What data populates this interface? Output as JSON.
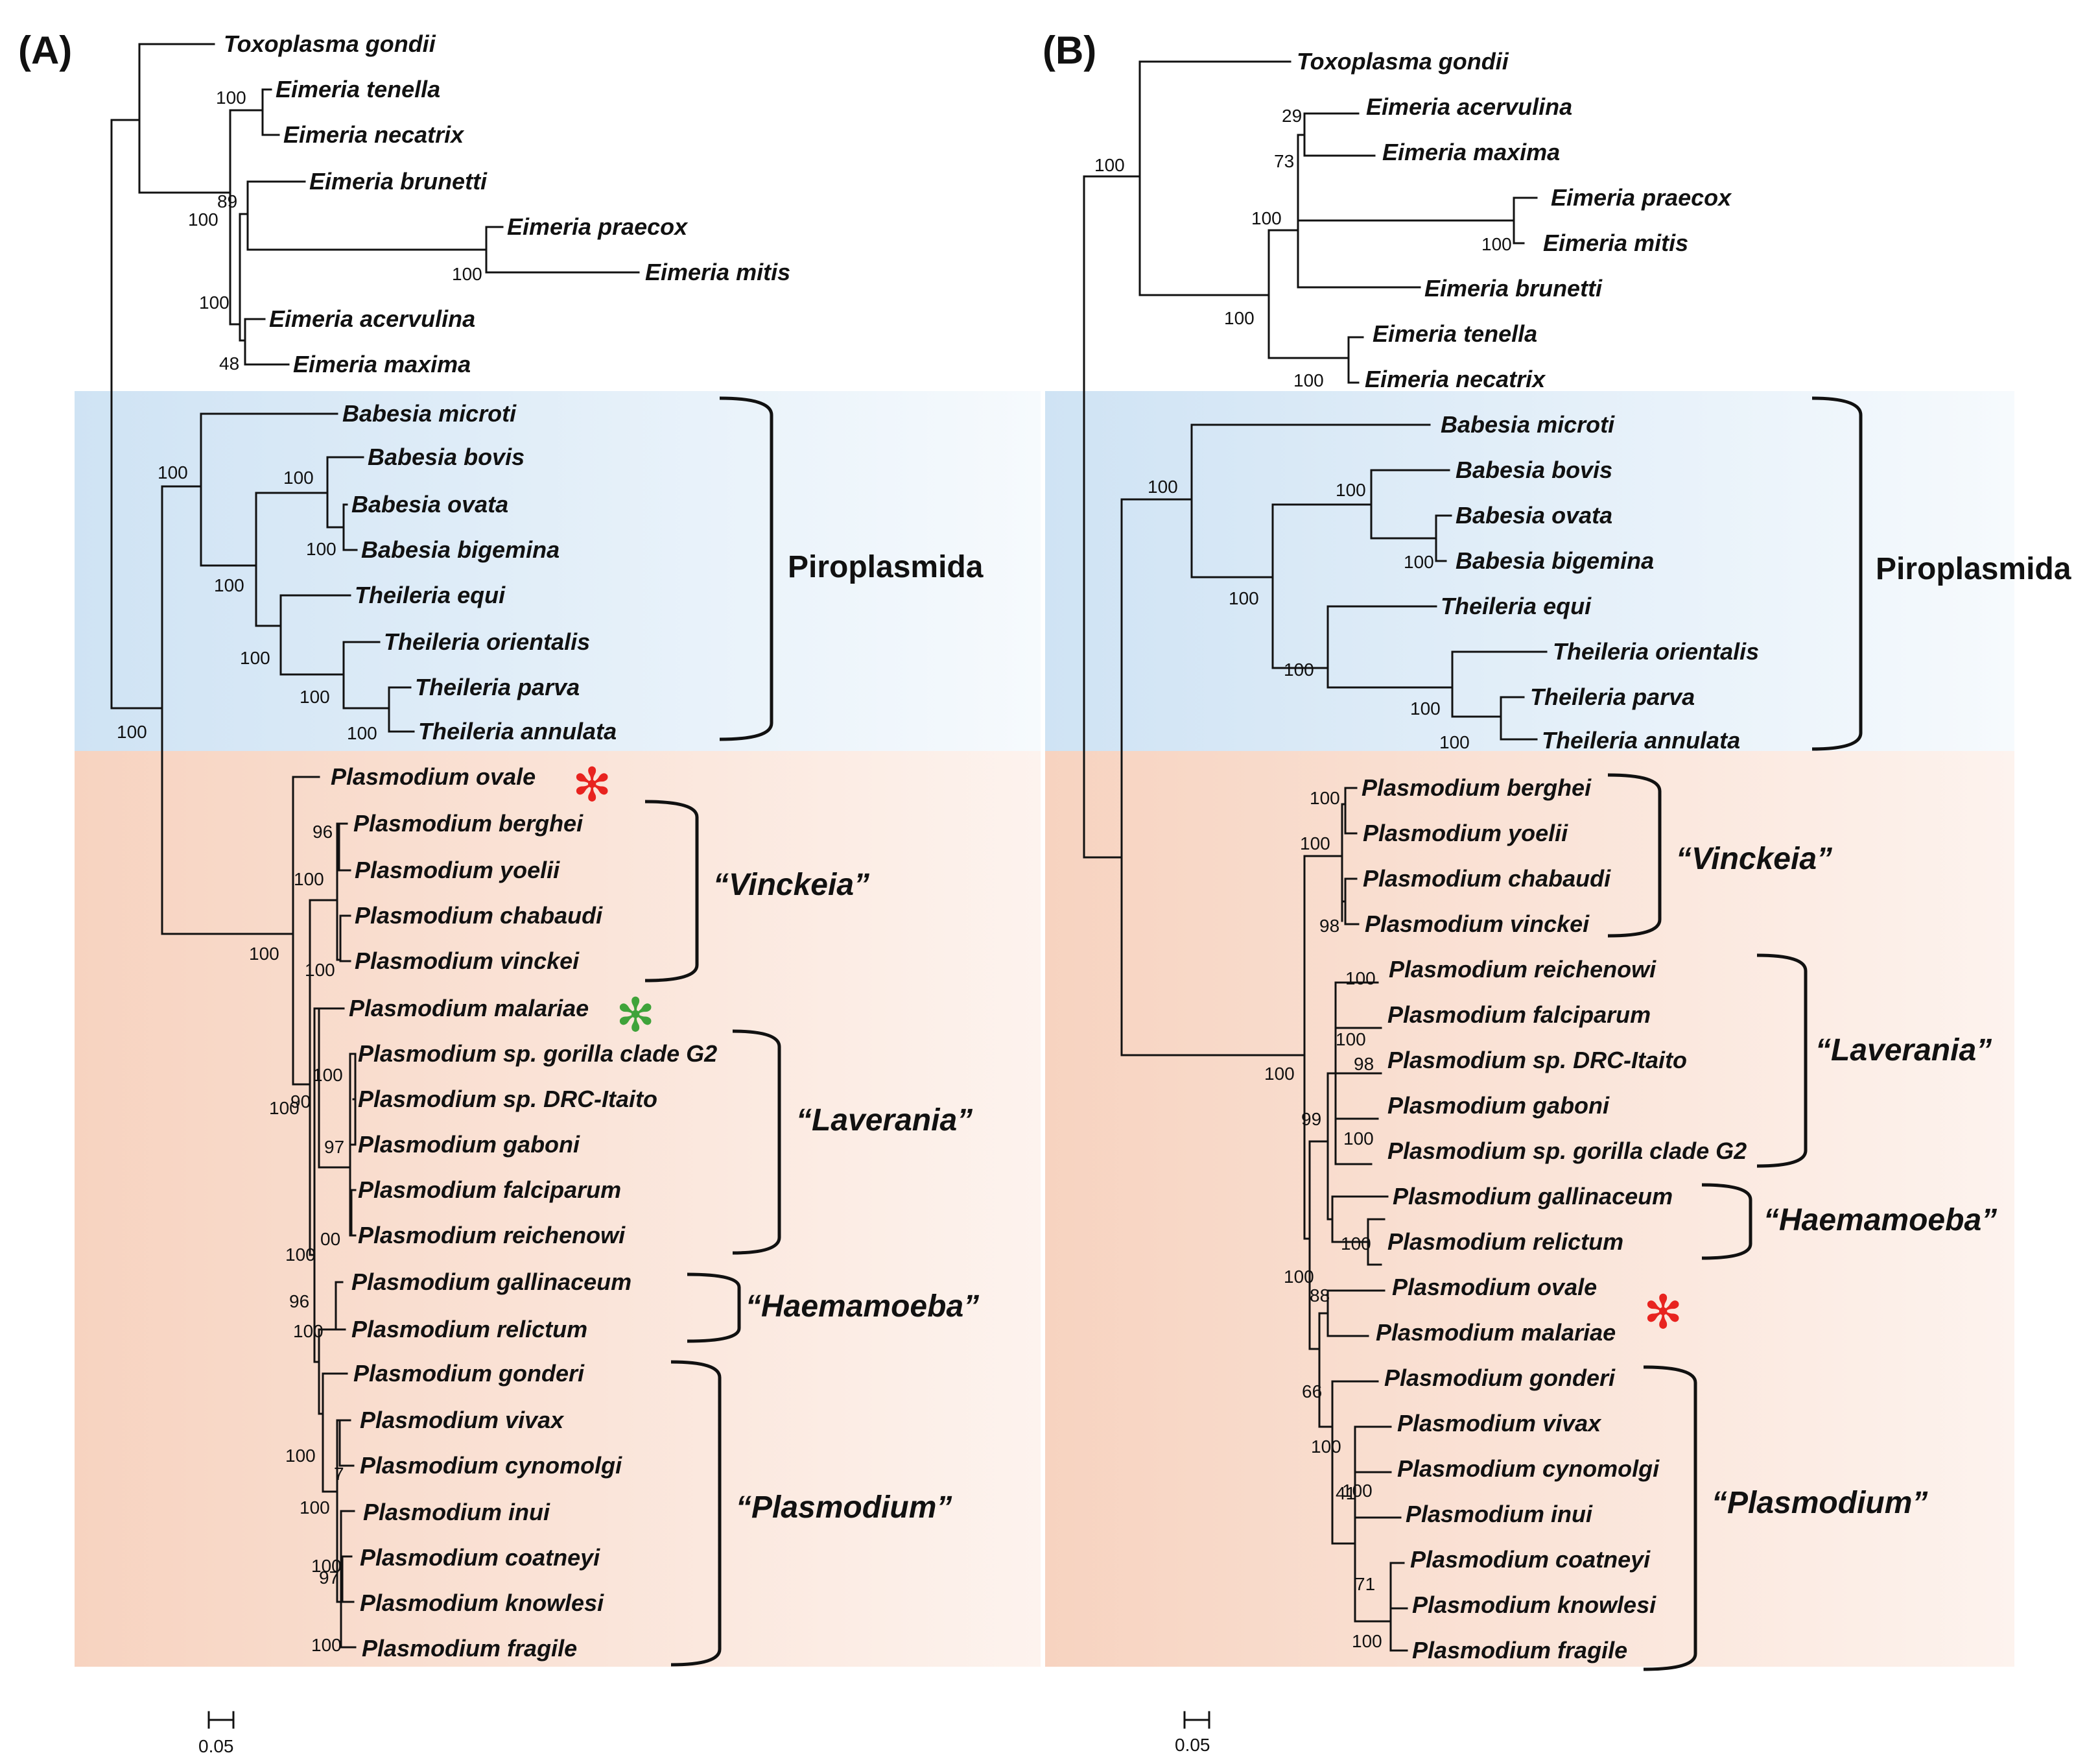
{
  "colors": {
    "piroplasmida_band": "#d5e7f6",
    "plasmodium_band": "#f8d8c8",
    "red_star": "#e8231f",
    "green_star": "#3fa33a"
  },
  "panels": [
    {
      "label": "(A)",
      "taxa": [
        "Toxoplasma gondii",
        "Eimeria tenella",
        "Eimeria necatrix",
        "Eimeria brunetti",
        "Eimeria praecox",
        "Eimeria mitis",
        "Eimeria acervulina",
        "Eimeria maxima",
        "Babesia microti",
        "Babesia bovis",
        "Babesia ovata",
        "Babesia bigemina",
        "Theileria equi",
        "Theileria orientalis",
        "Theileria parva",
        "Theileria annulata",
        "Plasmodium ovale",
        "Plasmodium berghei",
        "Plasmodium yoelii",
        "Plasmodium chabaudi",
        "Plasmodium vinckei",
        "Plasmodium malariae",
        "Plasmodium sp. gorilla clade G2",
        "Plasmodium sp. DRC-Itaito",
        "Plasmodium gaboni",
        "Plasmodium falciparum",
        "Plasmodium reichenowi",
        "Plasmodium gallinaceum",
        "Plasmodium relictum",
        "Plasmodium gonderi",
        "Plasmodium vivax",
        "Plasmodium cynomolgi",
        "Plasmodium inui",
        "Plasmodium coatneyi",
        "Plasmodium knowlesi",
        "Plasmodium fragile"
      ],
      "bootstrap": [
        "100",
        "89",
        "100",
        "100",
        "100",
        "48",
        "100",
        "100",
        "100",
        "100",
        "100",
        "100",
        "100",
        "100",
        "96",
        "100",
        "100",
        "100",
        "100",
        "90",
        "100",
        "97",
        "00",
        "100",
        "96",
        "100",
        "100",
        "7",
        "100",
        "100",
        "97",
        "100"
      ],
      "clades": [
        "Piroplasmida",
        "“Vinckeia”",
        "“Laverania”",
        "“Haemamoeba”",
        "“Plasmodium”"
      ],
      "scale_label": "0.05"
    },
    {
      "label": "(B)",
      "taxa": [
        "Toxoplasma gondii",
        "Eimeria acervulina",
        "Eimeria maxima",
        "Eimeria praecox",
        "Eimeria mitis",
        "Eimeria brunetti",
        "Eimeria tenella",
        "Eimeria necatrix",
        "Babesia microti",
        "Babesia bovis",
        "Babesia ovata",
        "Babesia bigemina",
        "Theileria equi",
        "Theileria orientalis",
        "Theileria parva",
        "Theileria annulata",
        "Plasmodium berghei",
        "Plasmodium yoelii",
        "Plasmodium chabaudi",
        "Plasmodium vinckei",
        "Plasmodium reichenowi",
        "Plasmodium falciparum",
        "Plasmodium sp. DRC-Itaito",
        "Plasmodium gaboni",
        "Plasmodium sp. gorilla clade G2",
        "Plasmodium gallinaceum",
        "Plasmodium relictum",
        "Plasmodium ovale",
        "Plasmodium malariae",
        "Plasmodium gonderi",
        "Plasmodium vivax",
        "Plasmodium cynomolgi",
        "Plasmodium inui",
        "Plasmodium coatneyi",
        "Plasmodium knowlesi",
        "Plasmodium fragile"
      ],
      "bootstrap": [
        "100",
        "29",
        "73",
        "100",
        "100",
        "100",
        "100",
        "100",
        "100",
        "100",
        "100",
        "100",
        "100",
        "100",
        "100",
        "100",
        "98",
        "100",
        "100",
        "98",
        "100",
        "99",
        "100",
        "100",
        "88",
        "66",
        "100",
        "100",
        "41",
        "100",
        "71",
        "100"
      ],
      "clades": [
        "Piroplasmida",
        "“Vinckeia”",
        "“Laverania”",
        "“Haemamoeba”",
        "“Plasmodium”"
      ],
      "scale_label": "0.05"
    }
  ]
}
